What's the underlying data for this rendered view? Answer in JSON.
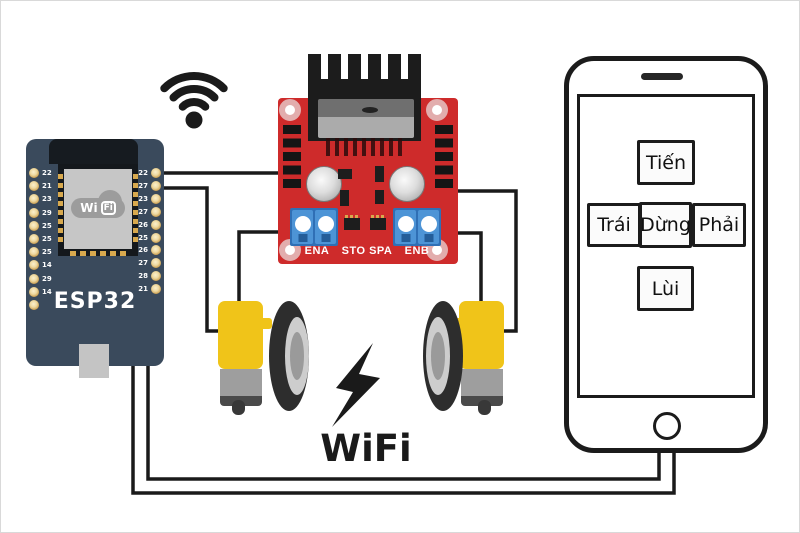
{
  "esp32": {
    "name_label": "ESP32",
    "chip_logo_wi": "Wi",
    "chip_logo_fi": "Fi",
    "left_pin_labels": [
      "22",
      "21",
      "23",
      "29",
      "25",
      "25",
      "25",
      "14",
      "29",
      "14",
      ""
    ],
    "right_pin_labels": [
      "22",
      "27",
      "23",
      "27",
      "26",
      "25",
      "26",
      "27",
      "28",
      "21"
    ]
  },
  "motor_driver": {
    "label_ena": "ENA",
    "label_center": "STO SPA",
    "label_enb": "ENB"
  },
  "connection": {
    "wifi_text": "WiFi"
  },
  "phone_app": {
    "button_forward": "Tiến",
    "button_left": "Trái",
    "button_stop": "Dừng",
    "button_right": "Phải",
    "button_back": "Lùi"
  },
  "colors": {
    "esp32_board": "#3A4A5C",
    "driver_board": "#CE2B2B",
    "motor_yellow": "#F0C419",
    "terminal_blue": "#4D94D6",
    "wire": "#1A1A1A"
  }
}
